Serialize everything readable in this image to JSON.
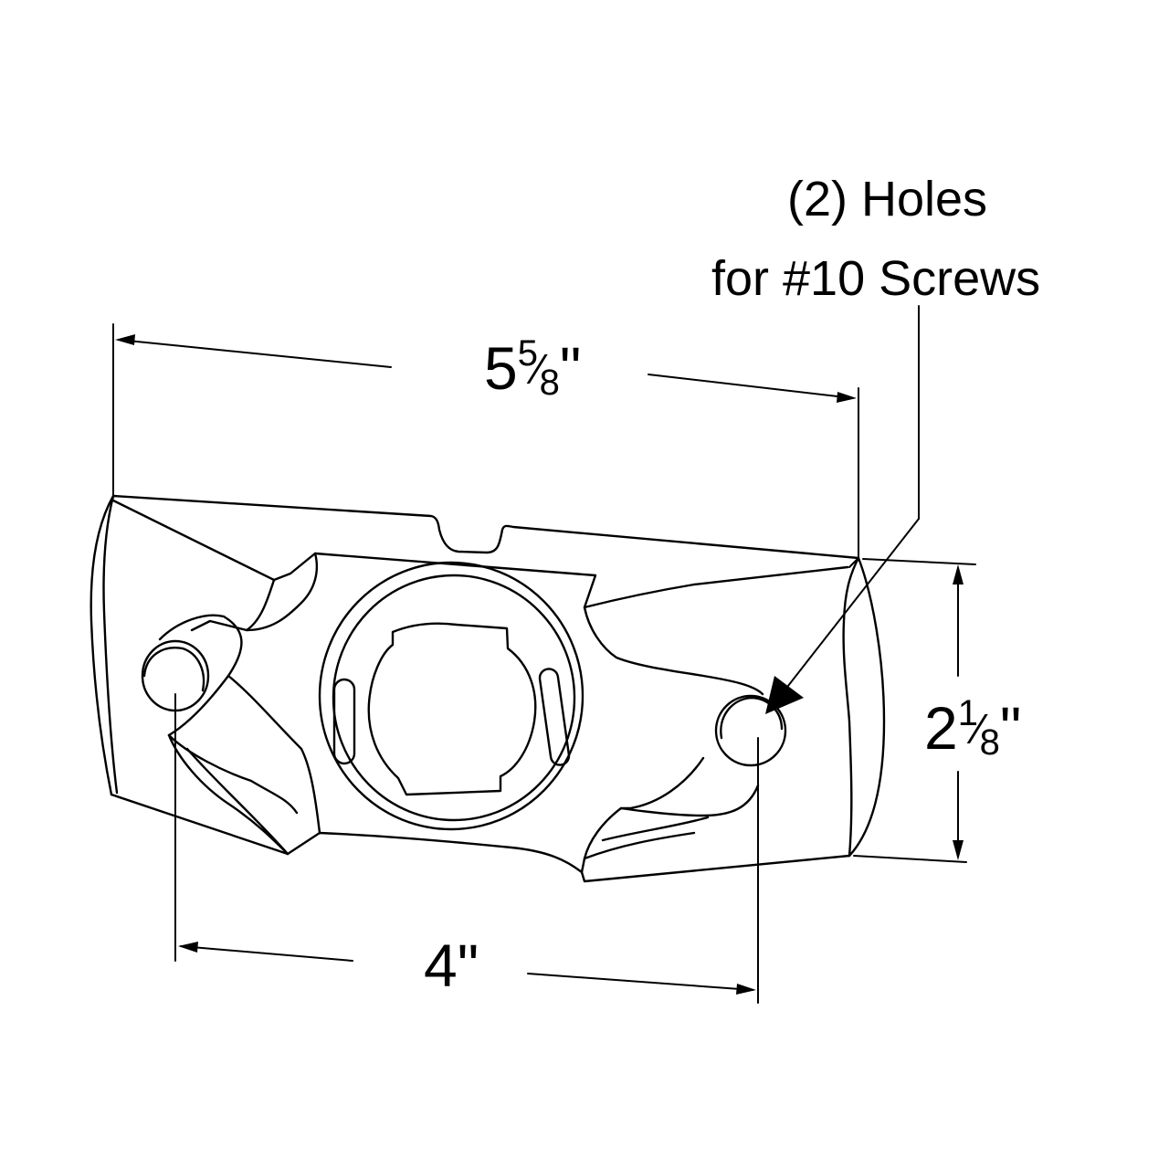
{
  "callout": {
    "line1": "(2) Holes",
    "line2": "for #10 Screws"
  },
  "dimensions": {
    "width": {
      "whole": "5",
      "numerator": "5",
      "slash": "⁄",
      "denominator": "8",
      "unit": "\""
    },
    "height": {
      "whole": "2",
      "numerator": "1",
      "slash": "⁄",
      "denominator": "8",
      "unit": "\""
    },
    "hole_spacing": {
      "whole": "4",
      "unit": "\""
    }
  }
}
